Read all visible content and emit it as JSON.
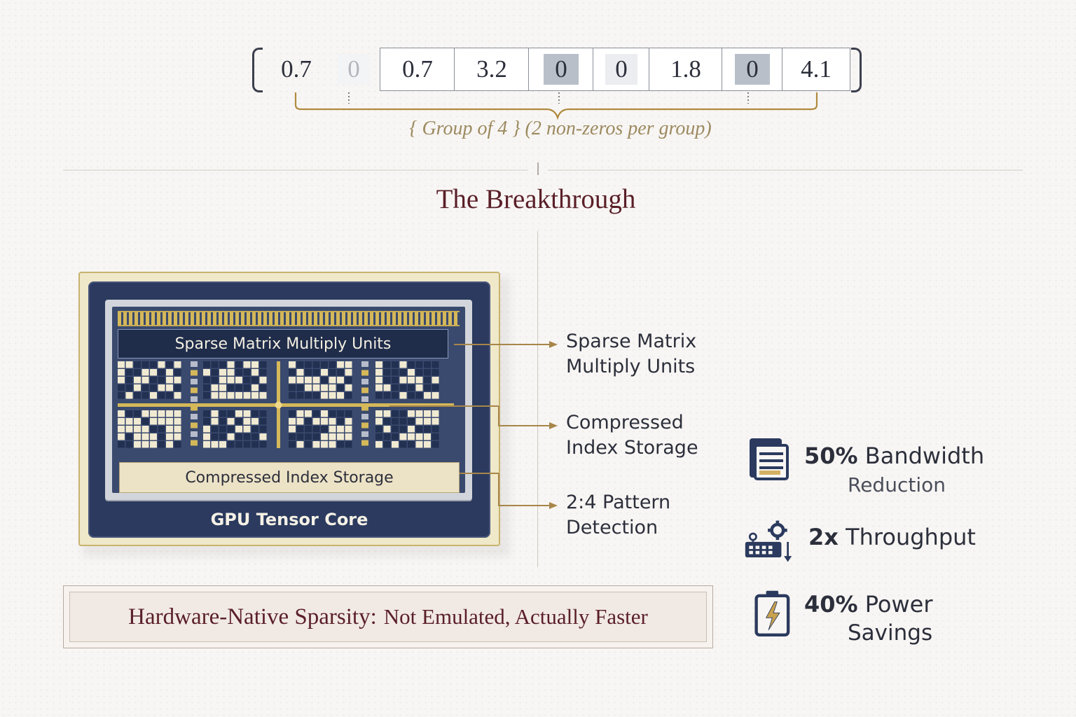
{
  "vector": {
    "cells": [
      "0.7",
      "0",
      "0.7",
      "3.2",
      "0",
      "0",
      "1.8",
      "0",
      "4.1"
    ],
    "group_caption": "{ Group of 4 } (2 non-zeros per group)"
  },
  "section": {
    "title": "The Breakthrough"
  },
  "chip": {
    "banner_label": "Sparse Matrix Multiply Units",
    "storage_label": "Compressed Index Storage",
    "name": "GPU Tensor Core"
  },
  "callouts": [
    {
      "line1": "Sparse Matrix",
      "line2": "Multiply Units"
    },
    {
      "line1": "Compressed",
      "line2": "Index Storage"
    },
    {
      "line1": "2:4 Pattern",
      "line2": "Detection"
    }
  ],
  "stats": [
    {
      "value": "50%",
      "label": "Bandwidth",
      "sub": "Reduction",
      "icon": "memory-icon"
    },
    {
      "value": "2x",
      "label": "Throughput",
      "sub": "",
      "icon": "processor-gear-icon"
    },
    {
      "value": "40%",
      "label": "Power",
      "sub": "Savings",
      "icon": "battery-bolt-icon"
    }
  ],
  "banner": {
    "lead": "Hardware-Native Sparsity:",
    "rest": "Not Emulated, Actually Faster"
  },
  "colors": {
    "accent_gold": "#b08a3e",
    "title_maroon": "#5a1f28",
    "chip_navy": "#2b3a5e"
  }
}
